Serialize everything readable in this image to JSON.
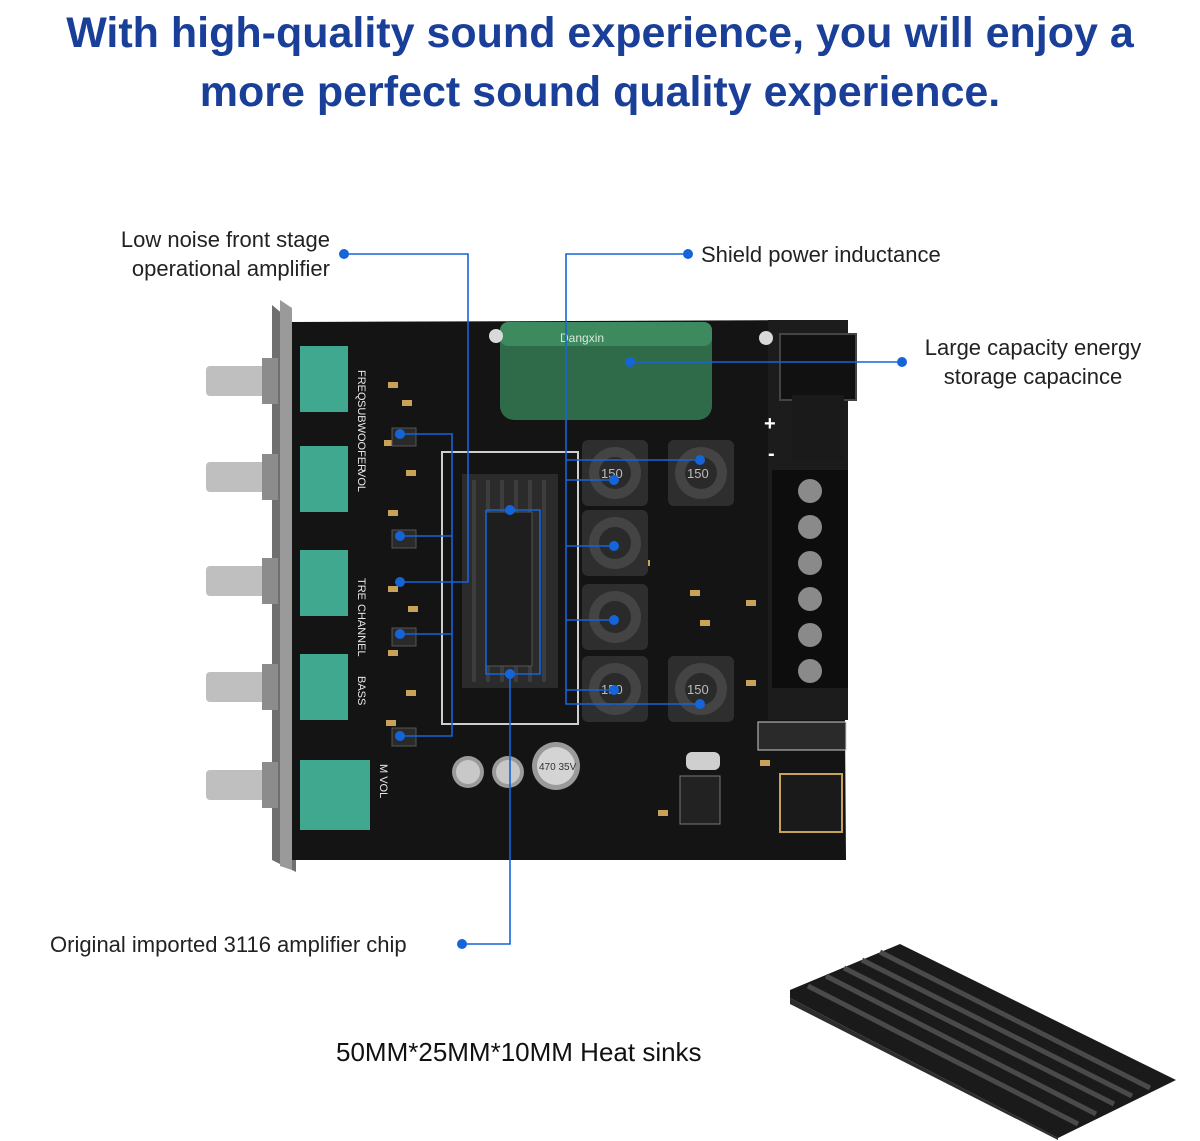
{
  "headline": {
    "line1": "With high-quality sound experience, you will enjoy a",
    "line2": "more perfect sound quality experience."
  },
  "callouts": {
    "front_stage": {
      "line1": "Low noise front stage",
      "line2": "operational amplifier"
    },
    "inductance": "Shield power inductance",
    "capacitance": {
      "line1": "Large capacity energy",
      "line2": "storage capacince"
    },
    "chip": "Original imported 3116 amplifier chip"
  },
  "heat_sink_caption": "50MM*25MM*10MM Heat sinks",
  "board_labels": {
    "freq": "FREQ",
    "subwoofer": "SUBWOOFER",
    "vol": "VOL",
    "tre": "TRE",
    "channel": "CHANNEL",
    "bass": "BASS",
    "m_vol": "M VOL",
    "inductor": "150",
    "cap_small": "470 35V",
    "brand": "Dangxin",
    "plus_terminal": "+",
    "minus_terminal": "-"
  },
  "colors": {
    "headline": "#1a3f99",
    "callout_line": "#1565d8",
    "pcb": "#141414",
    "potentiometer": "#3fa88f",
    "main_capacitor": "#2f6b49"
  }
}
